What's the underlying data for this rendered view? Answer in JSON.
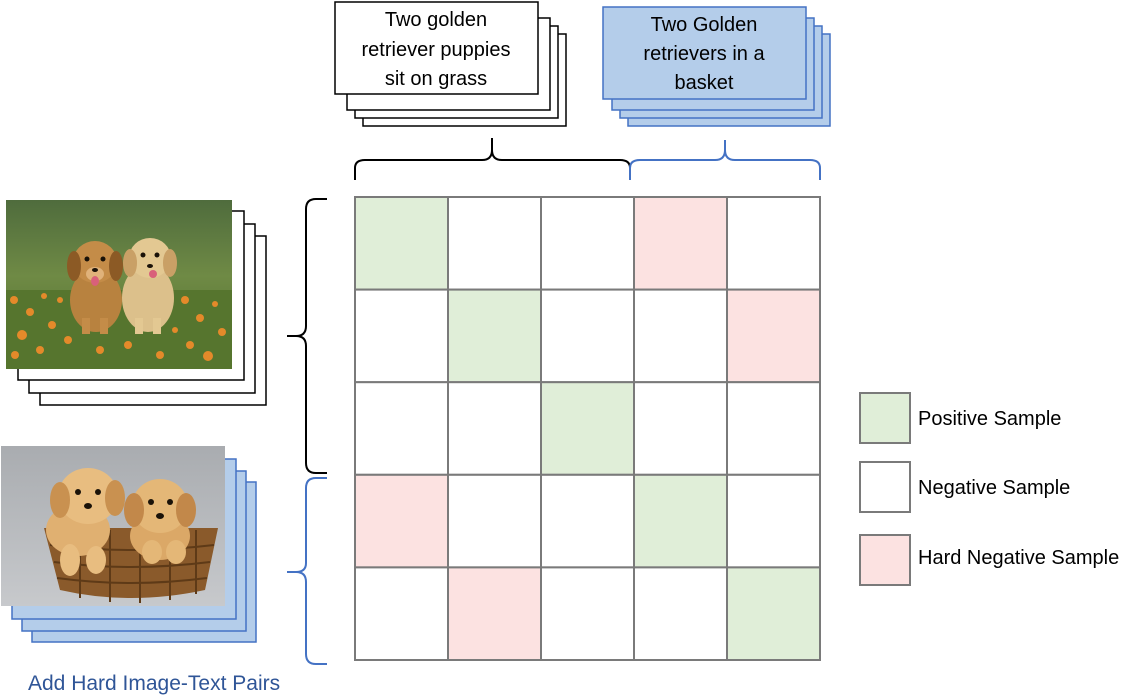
{
  "captions": {
    "normal": {
      "lines": [
        "Two golden",
        "retriever puppies",
        "sit on grass"
      ]
    },
    "hard": {
      "lines": [
        "Two Golden",
        "retrievers in  a",
        "basket"
      ]
    }
  },
  "images": {
    "normal": {
      "icon": "puppies-on-grass-photo"
    },
    "hard": {
      "icon": "puppies-in-basket-photo"
    }
  },
  "matrix": {
    "rows": 5,
    "cols": 5,
    "cells": [
      [
        "positive",
        "negative",
        "negative",
        "hard",
        "negative"
      ],
      [
        "negative",
        "positive",
        "negative",
        "negative",
        "hard"
      ],
      [
        "negative",
        "negative",
        "positive",
        "negative",
        "negative"
      ],
      [
        "hard",
        "negative",
        "negative",
        "positive",
        "negative"
      ],
      [
        "negative",
        "hard",
        "negative",
        "negative",
        "positive"
      ]
    ]
  },
  "legend": {
    "positive": "Positive Sample",
    "negative": "Negative Sample",
    "hard": "Hard Negative Sample"
  },
  "footer": {
    "label": "Add Hard Image-Text Pairs"
  },
  "colors": {
    "positive": "#e0eed8",
    "negative": "#ffffff",
    "hard": "#fce2e1",
    "grid": "#7a7a7a",
    "accent_blue": "#4472c4",
    "blue_fill": "#b4cdea",
    "black": "#000000",
    "footer_text": "#2f5597"
  }
}
